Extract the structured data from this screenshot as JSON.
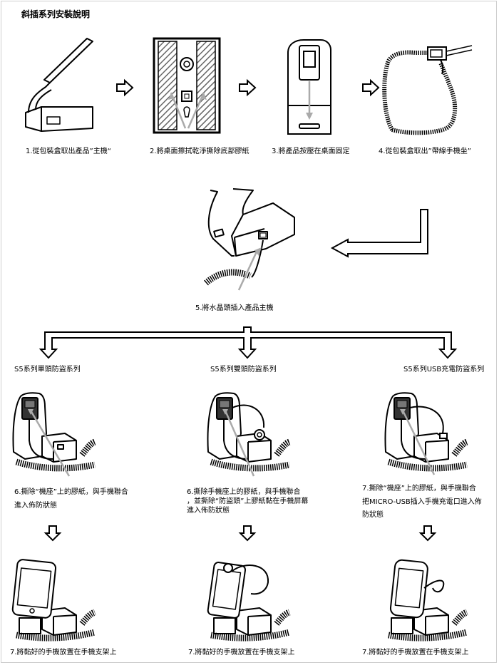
{
  "title": "斜插系列安裝說明",
  "steps_top": [
    {
      "label": "1.從包裝盒取出產品”主機“"
    },
    {
      "label": "2.將桌面擦拭乾淨撕除底部膠紙"
    },
    {
      "label": "3.將產品按壓在桌面固定"
    },
    {
      "label": "4.從包裝盒取出”帶線手機坐”"
    }
  ],
  "step5": {
    "label": "5.將水晶頭插入產品主機"
  },
  "series": [
    {
      "name": "S5系列單頭防盜系列",
      "step6_lines": [
        "6.撕除“機座”上的膠紙，與手機聯合",
        "進入佈防狀態"
      ],
      "step7": "7.將黏好的手機放置在手機支架上"
    },
    {
      "name": "S5系列雙頭防盜系列",
      "step6_lines": [
        "6.撕除手機座上的膠紙，與手機聯合",
        "，並撕除“防盜頭”上膠紙黏在手機屏幕",
        "進入佈防狀態"
      ],
      "step7": "7.將黏好的手機放置在手機支架上"
    },
    {
      "name": "S5系列USB充電防盜系列",
      "step6_lines": [
        "7.撕除“機座”上的膠紙，與手機聯合",
        "把MICRO-USB插入手機充電口進入佈",
        "防狀態"
      ],
      "step7": "7.將黏好的手機放置在手機支架上"
    }
  ]
}
